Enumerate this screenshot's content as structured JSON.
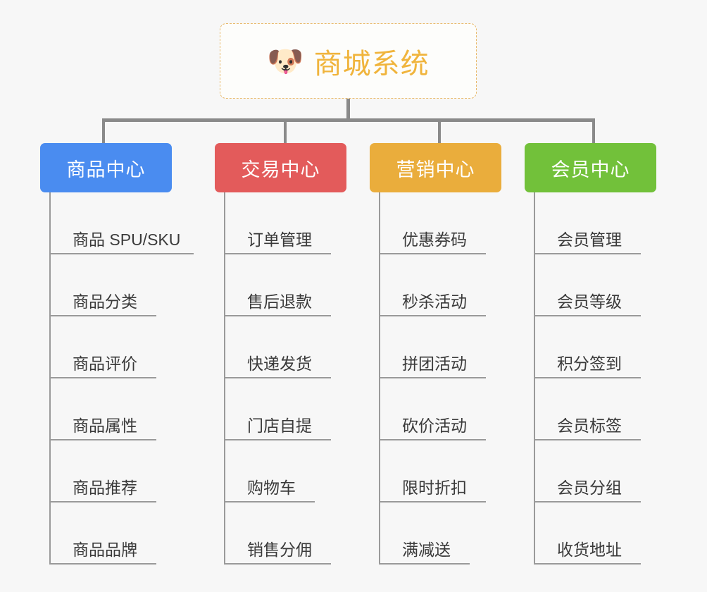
{
  "diagram": {
    "type": "mindmap-org-chart",
    "background_color": "#f7f7f7",
    "root": {
      "title": "商城系统",
      "icon": "dog-face-icon",
      "icon_glyph": "🐶",
      "text_color": "#f0b43c",
      "border_color": "#e8b96a",
      "border_style": "dashed"
    },
    "connector_color": "#8a8a8a",
    "branches": [
      {
        "label": "商品中心",
        "color": "#4a8cf0",
        "items": [
          "商品 SPU/SKU",
          "商品分类",
          "商品评价",
          "商品属性",
          "商品推荐",
          "商品品牌"
        ]
      },
      {
        "label": "交易中心",
        "color": "#e35b5b",
        "items": [
          "订单管理",
          "售后退款",
          "快递发货",
          "门店自提",
          "购物车",
          "销售分佣"
        ]
      },
      {
        "label": "营销中心",
        "color": "#eaad3c",
        "items": [
          "优惠券码",
          "秒杀活动",
          "拼团活动",
          "砍价活动",
          "限时折扣",
          "满减送"
        ]
      },
      {
        "label": "会员中心",
        "color": "#72c13a",
        "items": [
          "会员管理",
          "会员等级",
          "积分签到",
          "会员标签",
          "会员分组",
          "收货地址"
        ]
      }
    ]
  }
}
